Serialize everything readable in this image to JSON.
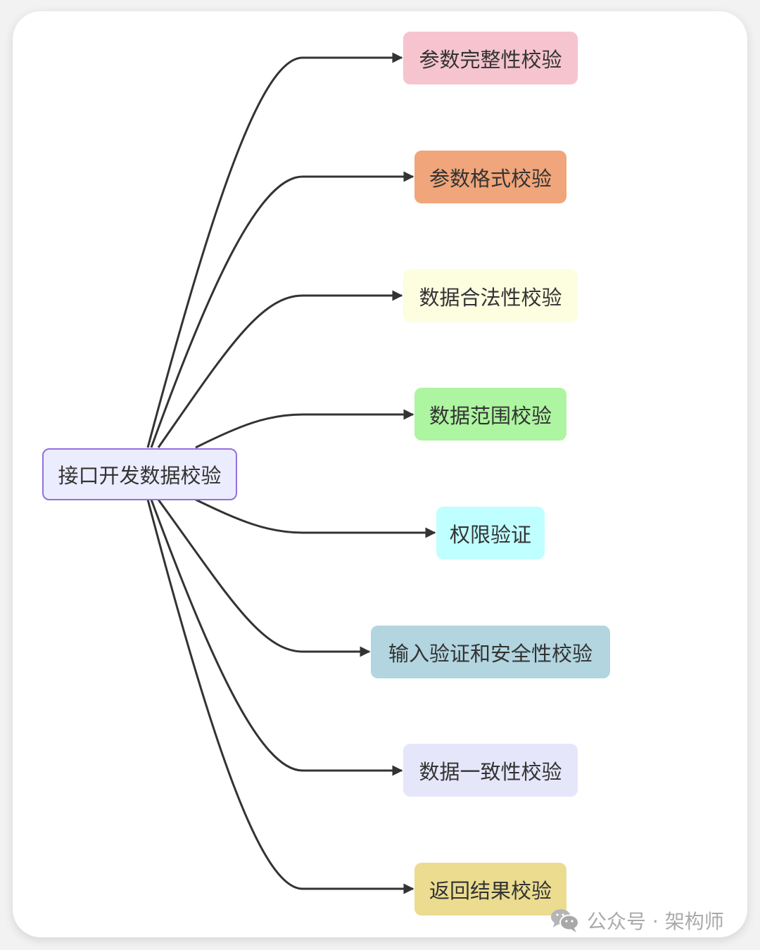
{
  "root": {
    "label": "接口开发数据校验",
    "fill": "#ececff",
    "border": "#9370db"
  },
  "children": [
    {
      "label": "参数完整性校验",
      "color": "#f5c4cf"
    },
    {
      "label": "参数格式校验",
      "color": "#f0a57a"
    },
    {
      "label": "数据合法性校验",
      "color": "#fdfde0"
    },
    {
      "label": "数据范围校验",
      "color": "#adf5a0"
    },
    {
      "label": "权限验证",
      "color": "#c0ffff"
    },
    {
      "label": "输入验证和安全性校验",
      "color": "#b2d5e0"
    },
    {
      "label": "数据一致性校验",
      "color": "#e6e6fa"
    },
    {
      "label": "返回结果校验",
      "color": "#ebdc90"
    }
  ],
  "watermark": {
    "text": "公众号 · 架构师",
    "icon": "wechat-icon"
  }
}
